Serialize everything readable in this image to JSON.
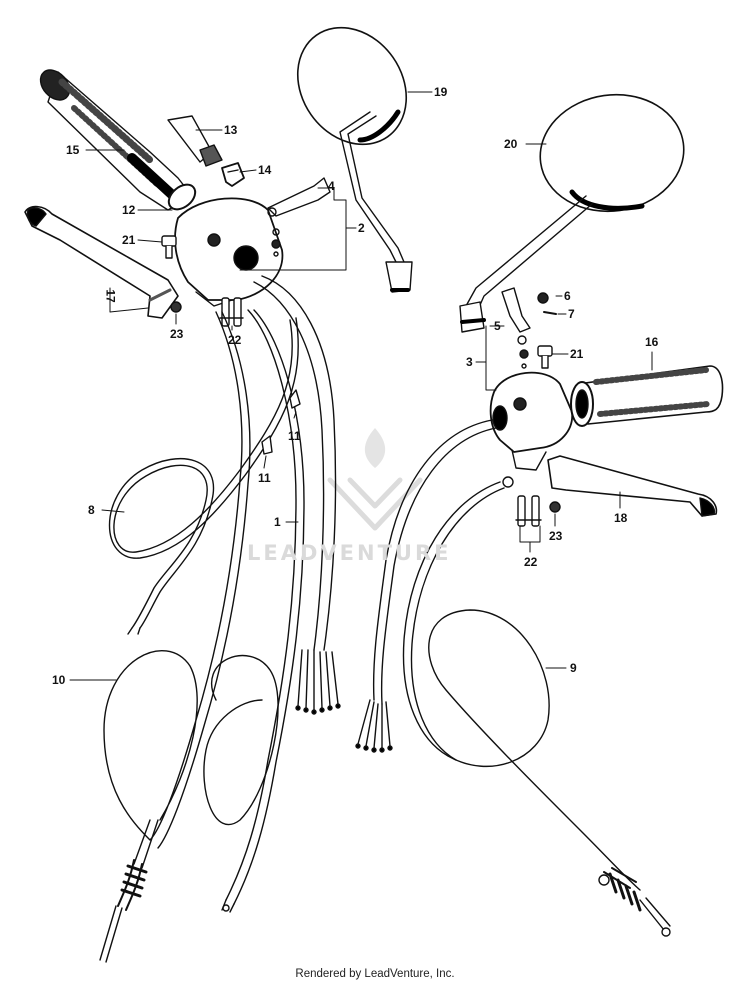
{
  "callouts": {
    "c1": "1",
    "c2": "2",
    "c3": "3",
    "c4": "4",
    "c5": "5",
    "c6": "6",
    "c7": "7",
    "c8": "8",
    "c9": "9",
    "c10": "10",
    "c11a": "11",
    "c11b": "11",
    "c12": "12",
    "c13": "13",
    "c14": "14",
    "c15": "15",
    "c16": "16",
    "c17": "17",
    "c18": "18",
    "c19": "19",
    "c20": "20",
    "c21a": "21",
    "c21b": "21",
    "c22a": "22",
    "c22b": "22",
    "c23a": "23",
    "c23b": "23"
  },
  "watermark": {
    "text": "LEADVENTURE"
  },
  "footer": {
    "text": "Rendered by LeadVenture, Inc."
  },
  "colors": {
    "ink": "#111111",
    "watermark": "#dadada",
    "background": "#ffffff"
  }
}
